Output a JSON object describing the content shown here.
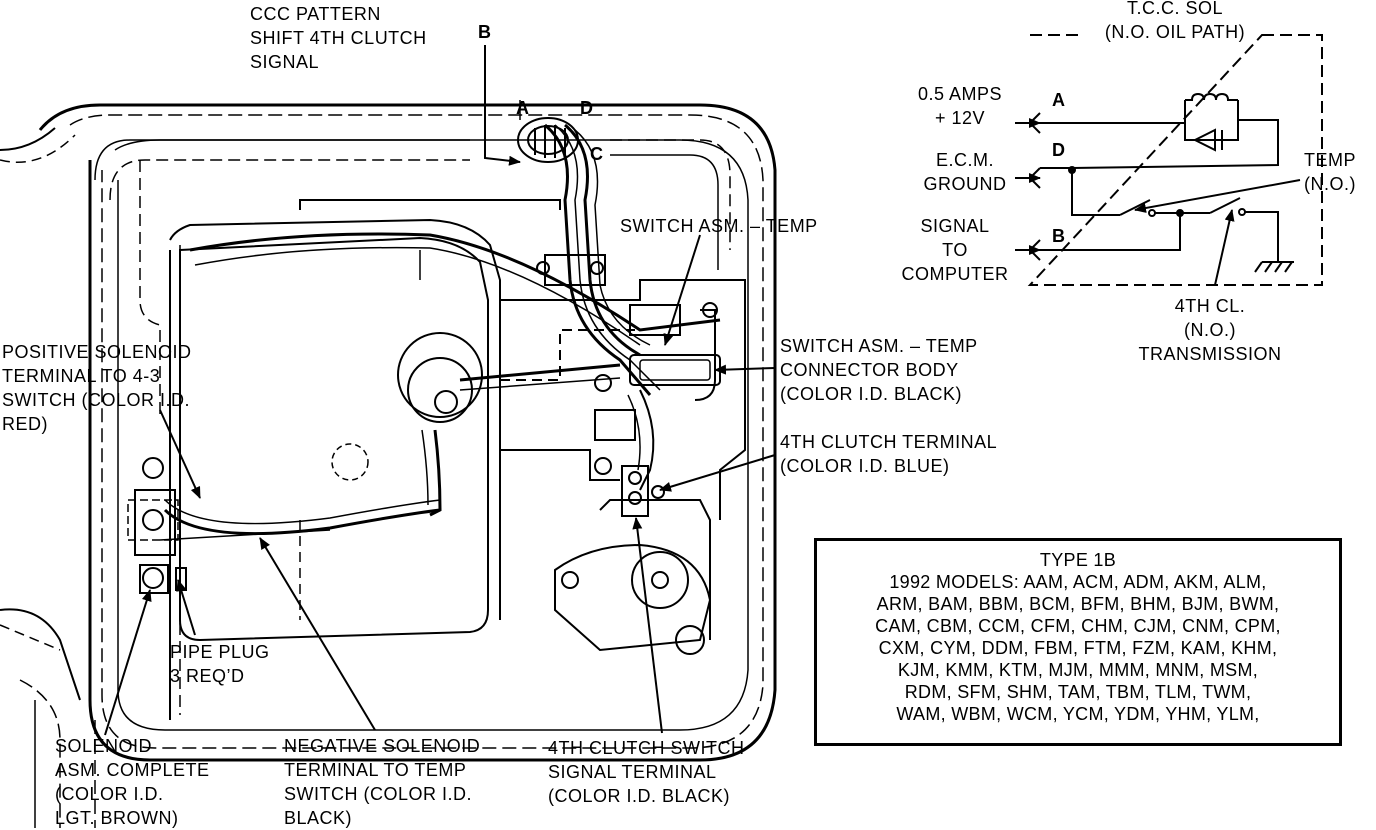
{
  "labels": {
    "ccc": [
      "CCC PATTERN",
      "SHIFT 4TH CLUTCH",
      "SIGNAL"
    ],
    "letter_b_top": "B",
    "letter_a": "A",
    "letter_d": "D",
    "letter_c": "C",
    "switch_temp": "SWITCH ASM. – TEMP",
    "switch_temp_connector": [
      "SWITCH ASM. – TEMP",
      "CONNECTOR BODY",
      "(COLOR I.D. BLACK)"
    ],
    "fourth_clutch_terminal": [
      "4TH CLUTCH TERMINAL",
      "(COLOR I.D. BLUE)"
    ],
    "positive_solenoid": [
      "POSITIVE SOLENOID",
      "TERMINAL TO 4-3",
      "SWITCH (COLOR I.D.",
      "RED)"
    ],
    "pipe_plug": [
      "PIPE PLUG",
      "3 REQ’D"
    ],
    "solenoid_asm": [
      "SOLENOID",
      "ASM. COMPLETE",
      "(COLOR I.D.",
      "LGT. BROWN)"
    ],
    "negative_solenoid": [
      "NEGATIVE SOLENOID",
      "TERMINAL TO TEMP",
      "SWITCH (COLOR I.D.",
      "BLACK)"
    ],
    "fourth_clutch_switch": [
      "4TH CLUTCH SWITCH",
      "SIGNAL TERMINAL",
      "(COLOR I.D. BLACK)"
    ]
  },
  "schematic": {
    "tcc_sol": "T.C.C. SOL",
    "oil_path": "(N.O. OIL PATH)",
    "amps": [
      "0.5 AMPS",
      "+ 12V"
    ],
    "pin_a": "A",
    "ecm": [
      "E.C.M.",
      "GROUND"
    ],
    "pin_d": "D",
    "signal": [
      "SIGNAL",
      "TO",
      "COMPUTER"
    ],
    "pin_b": "B",
    "temp": [
      "TEMP",
      "(N.O.)"
    ],
    "fourth_cl": [
      "4TH CL.",
      "(N.O.)",
      "TRANSMISSION"
    ]
  },
  "type_box": {
    "title": "TYPE 1B",
    "lines": [
      "1992 MODELS: AAM, ACM, ADM, AKM, ALM,",
      "ARM, BAM, BBM, BCM, BFM, BHM, BJM, BWM,",
      "CAM, CBM, CCM, CFM, CHM, CJM, CNM, CPM,",
      "CXM, CYM, DDM, FBM, FTM, FZM, KAM, KHM,",
      "KJM, KMM, KTM, MJM, MMM, MNM, MSM,",
      "RDM, SFM, SHM, TAM, TBM, TLM, TWM,",
      "WAM, WBM, WCM, YCM, YDM, YHM, YLM,"
    ]
  }
}
